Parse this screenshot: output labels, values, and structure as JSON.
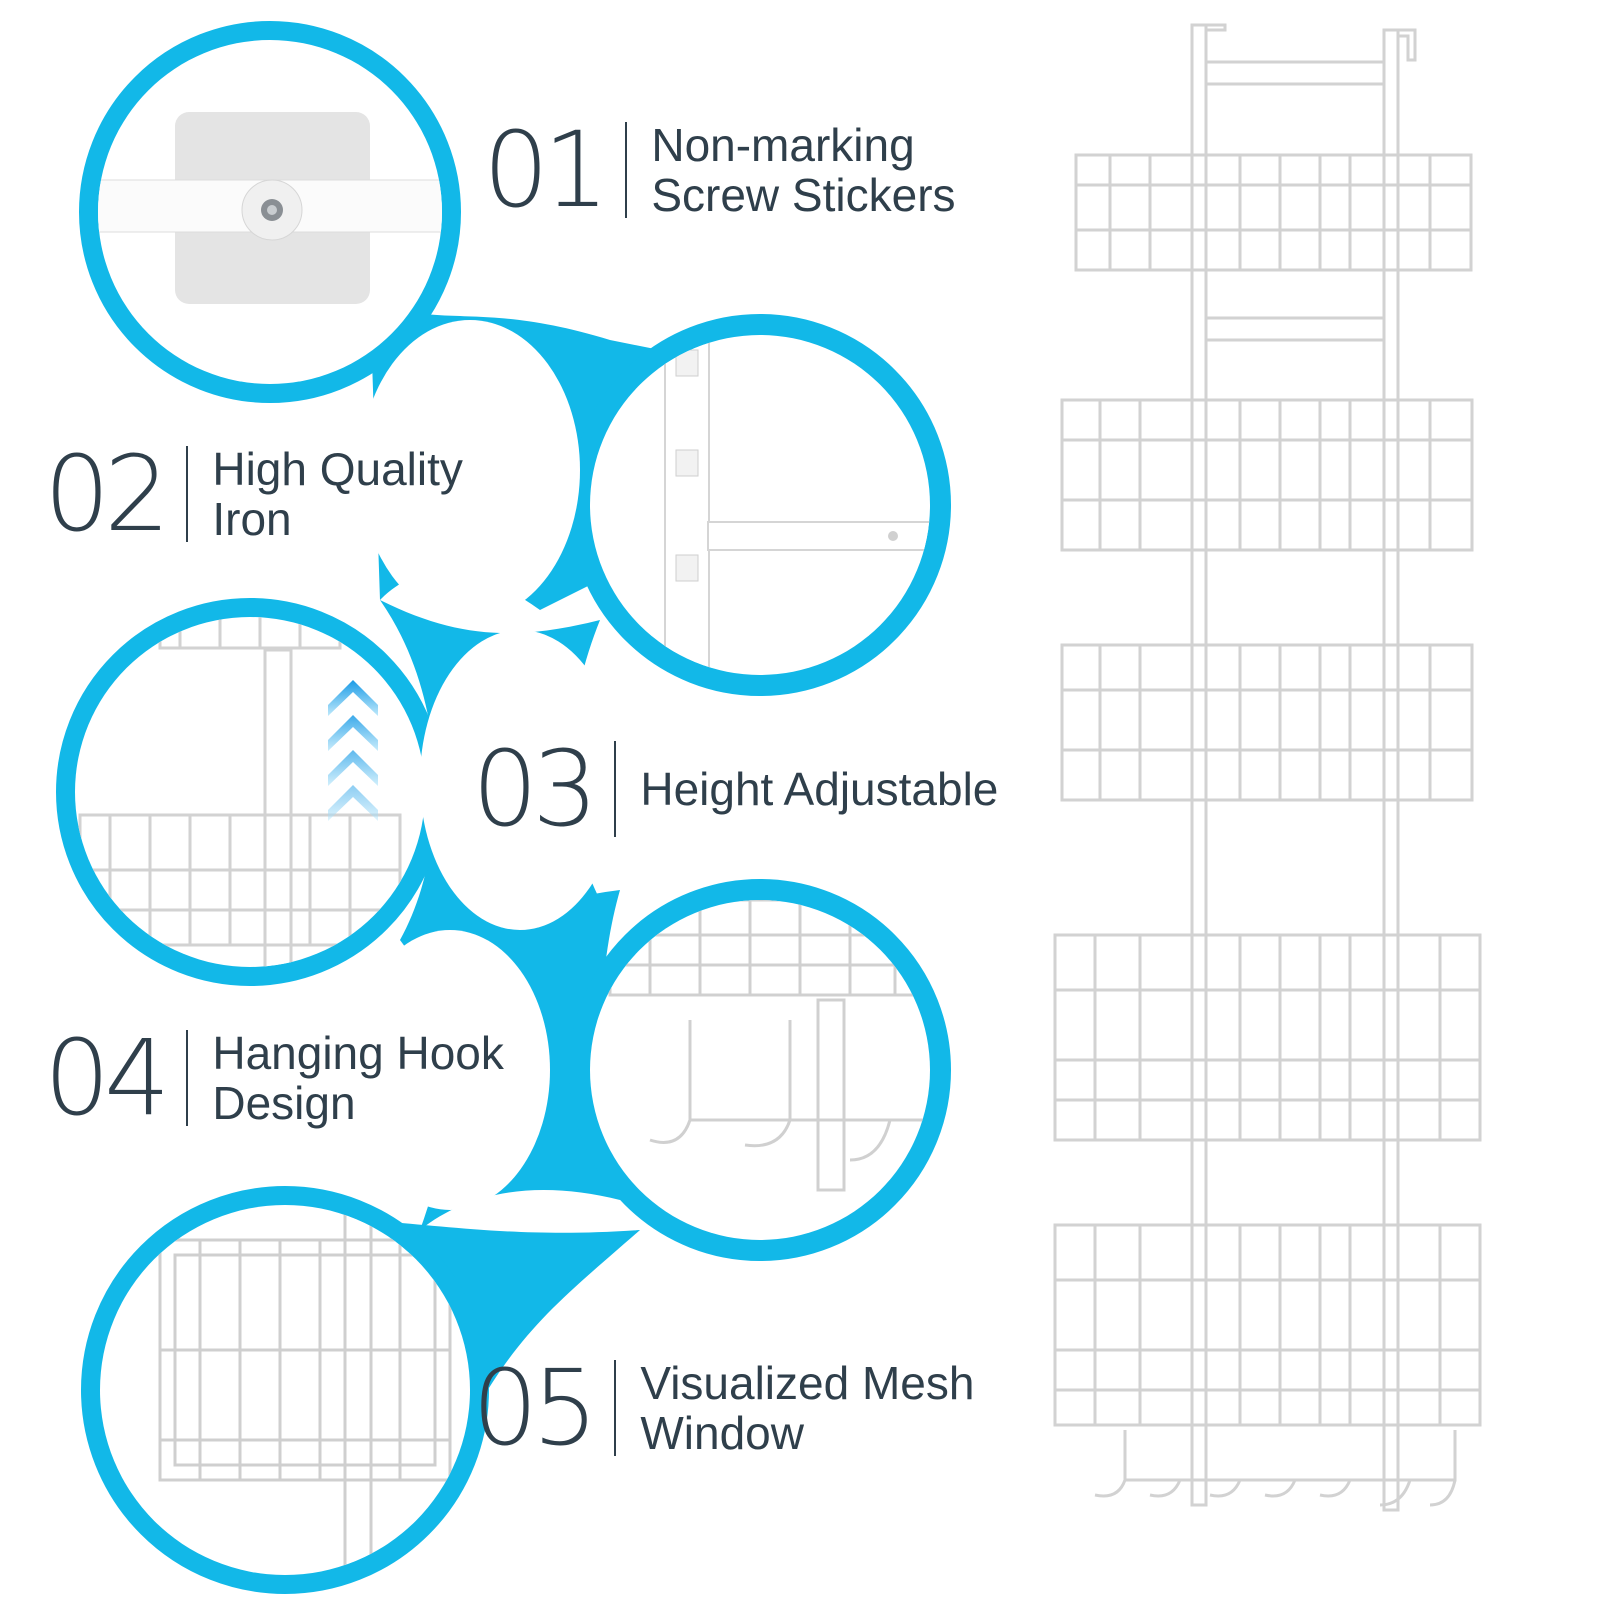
{
  "colors": {
    "accent": "#12b8e8",
    "text": "#2f3f4b",
    "product": "#ffffff"
  },
  "features": [
    {
      "number": "01",
      "line1": "Non-marking",
      "line2": "Screw Stickers",
      "icon": "screw-sticker-closeup"
    },
    {
      "number": "02",
      "line1": "High Quality",
      "line2": "Iron",
      "icon": "iron-frame-closeup"
    },
    {
      "number": "03",
      "line1": "Height Adjustable",
      "line2": "",
      "icon": "height-adjust-arrows"
    },
    {
      "number": "04",
      "line1": "Hanging Hook",
      "line2": "Design",
      "icon": "hook-closeup"
    },
    {
      "number": "05",
      "line1": "Visualized Mesh",
      "line2": "Window",
      "icon": "mesh-basket-closeup"
    }
  ]
}
